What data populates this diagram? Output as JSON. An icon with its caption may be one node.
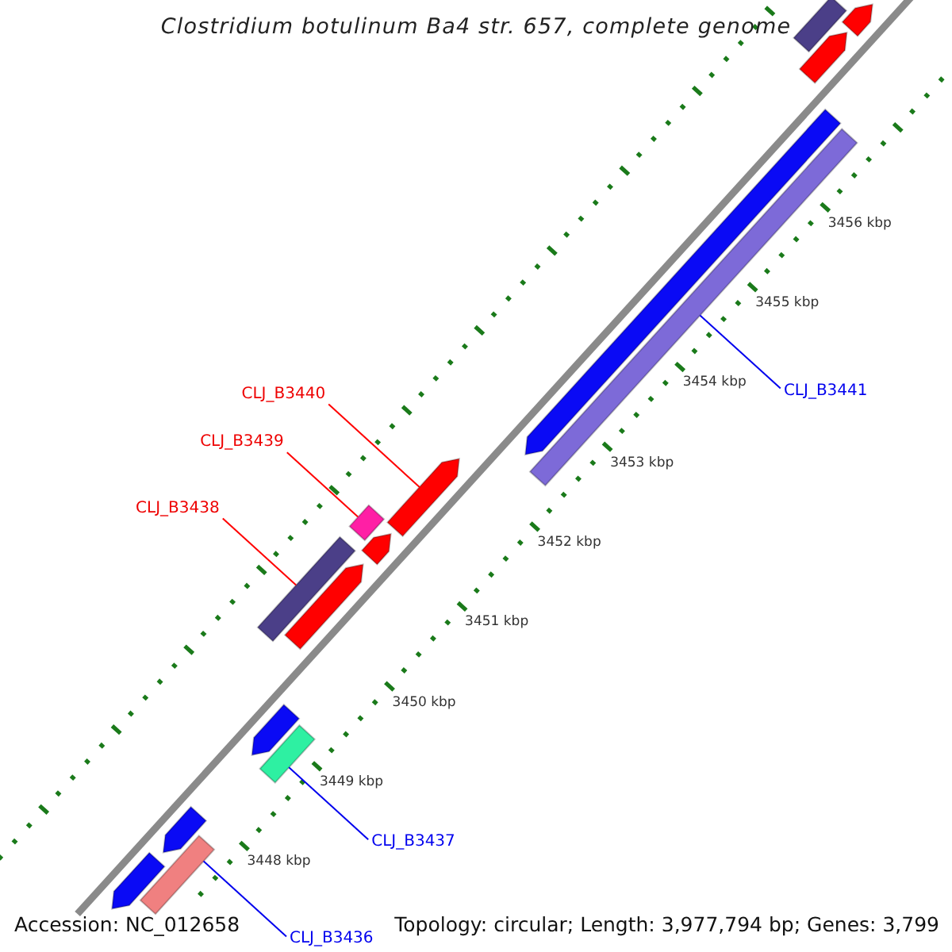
{
  "diagram": {
    "title": "Clostridium botulinum Ba4 str. 657, complete genome",
    "nodes": [
      {
        "text": [],
        "shape": "bar"
      },
      {
        "text": [],
        "shape": "bar"
      },
      {
        "text": [],
        "shape": "bar"
      },
      {
        "text": [],
        "shape": "bar"
      },
      {
        "text": [],
        "shape": "bar"
      },
      {
        "text": [
          "CLJ_B3441"
        ]
      },
      {
        "text": [
          "CLJ_B3440"
        ]
      },
      {
        "text": [],
        "shape": "bar"
      },
      {
        "text": [
          "CLJ_B3439"
        ]
      },
      {
        "text": [],
        "shape": "bar"
      },
      {
        "text": [],
        "shape": "bar"
      },
      {
        "text": [
          "CLJ_B3438"
        ]
      },
      {
        "text": [],
        "shape": "bar"
      },
      {
        "text": [],
        "shape": "bar"
      },
      {
        "text": [],
        "shape": "bar"
      },
      {
        "text": [],
        "shape": "bar"
      },
      {
        "text": [
          "CLJ_B3437"
        ]
      },
      {
        "text": [],
        "shape": "bar"
      },
      {
        "text": [],
        "shape": "bar"
      },
      {
        "text": [],
        "shape": "bar"
      },
      {
        "text": [
          "CLJ_B3436"
        ]
      }
    ],
    "edges": [
      {
        "from": 5,
        "to": 4,
        "arrow": "none"
      },
      {
        "from": 6,
        "to": 7,
        "arrow": "none",
        "color": "#ff0000"
      },
      {
        "from": 8,
        "to": 9,
        "arrow": "none",
        "color": "#ff0000"
      },
      {
        "from": 11,
        "to": 12,
        "arrow": "none",
        "color": "#ff0000"
      },
      {
        "from": 16,
        "to": 15,
        "arrow": "none"
      },
      {
        "from": 20,
        "to": 19,
        "arrow": "none"
      }
    ],
    "labels": [
      "3456 kbp",
      "3455 kbp",
      "3454 kbp",
      "3453 kbp",
      "3452 kbp",
      "3451 kbp",
      "3450 kbp",
      "3449 kbp",
      "3448 kbp",
      "Accession: NC_012658",
      "Topology: circular; Length: 3,977,794 bp; Genes: 3,799"
    ]
  }
}
